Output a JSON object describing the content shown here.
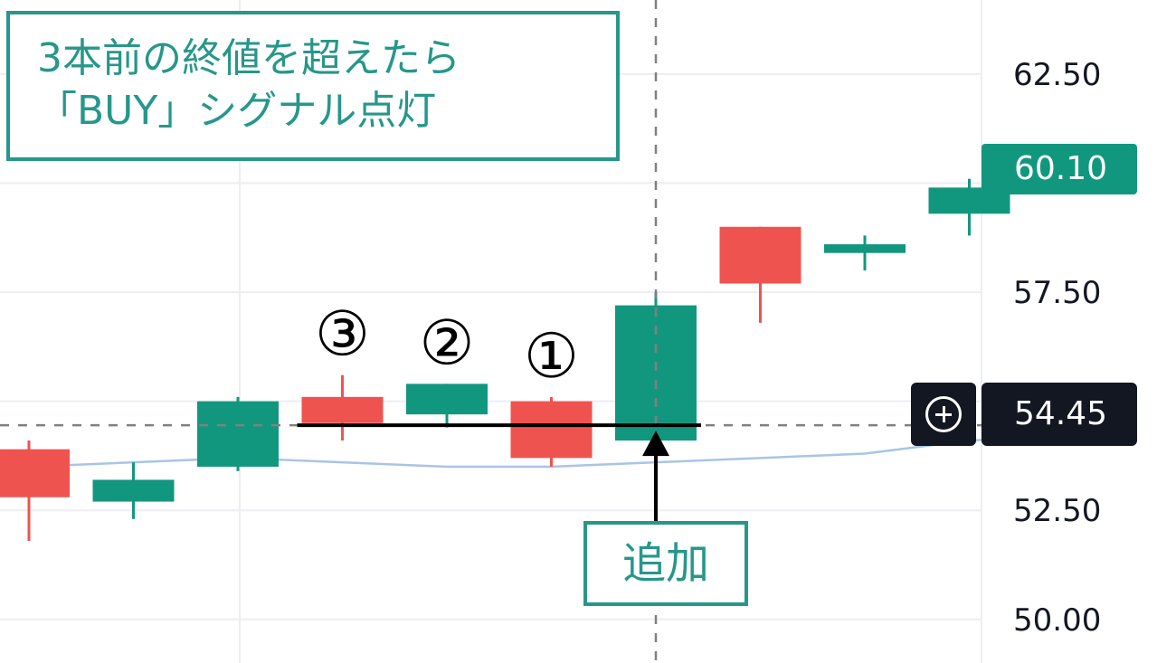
{
  "annotation": {
    "line1": "3本前の終値を超えたら",
    "line2": "「BUY」シグナル点灯"
  },
  "add_label": "追加",
  "last_price_label": "60.10",
  "crosshair_price_label": "54.45",
  "candle_markers": [
    "③",
    "②",
    "①"
  ],
  "colors": {
    "up": "#12977f",
    "down": "#ef5350",
    "ma": "#a9c4e6",
    "accent": "#26978a",
    "crosshair_tag": "#131722",
    "grid": "#eceef2"
  },
  "chart_data": {
    "type": "candlestick",
    "ylim": [
      49.0,
      64.2
    ],
    "y_ticks": [
      "50.00",
      "52.50",
      "55.00",
      "57.50",
      "60.00",
      "62.50"
    ],
    "candles": [
      {
        "open": 53.9,
        "high": 54.1,
        "low": 51.8,
        "close": 52.8
      },
      {
        "open": 52.7,
        "high": 53.6,
        "low": 52.3,
        "close": 53.2
      },
      {
        "open": 53.5,
        "high": 55.1,
        "low": 53.4,
        "close": 55.0
      },
      {
        "open": 55.1,
        "high": 55.6,
        "low": 54.1,
        "close": 54.5
      },
      {
        "open": 54.7,
        "high": 55.4,
        "low": 54.4,
        "close": 55.4
      },
      {
        "open": 55.0,
        "high": 55.1,
        "low": 53.5,
        "close": 53.7
      },
      {
        "open": 54.1,
        "high": 57.5,
        "low": 54.1,
        "close": 57.2
      },
      {
        "open": 59.0,
        "high": 59.0,
        "low": 56.8,
        "close": 57.7
      },
      {
        "open": 58.4,
        "high": 58.8,
        "low": 58.0,
        "close": 58.6
      },
      {
        "open": 59.3,
        "high": 60.1,
        "low": 58.8,
        "close": 59.9
      }
    ],
    "moving_average": [
      53.5,
      53.6,
      53.7,
      53.6,
      53.5,
      53.5,
      53.6,
      53.7,
      53.8,
      54.1,
      54.2
    ],
    "crosshair_price": 54.45,
    "last_price": 60.1
  }
}
